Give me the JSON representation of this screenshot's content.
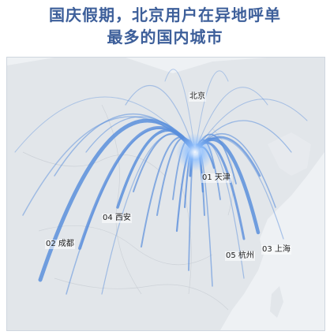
{
  "title": {
    "line1": "国庆假期，北京用户在异地呼单",
    "line2": "最多的国内城市"
  },
  "origin": {
    "name": "北京"
  },
  "ranked_cities": [
    {
      "rank": "01",
      "name": "天津"
    },
    {
      "rank": "02",
      "name": "成都"
    },
    {
      "rank": "03",
      "name": "上海"
    },
    {
      "rank": "04",
      "name": "西安"
    },
    {
      "rank": "05",
      "name": "杭州"
    }
  ],
  "colors": {
    "title": "#3d5f9a",
    "flow_line": "#5b8fdc",
    "flow_glow": "#9cc6ff",
    "land": "#e2e6ea",
    "sea": "#eef1f4"
  }
}
